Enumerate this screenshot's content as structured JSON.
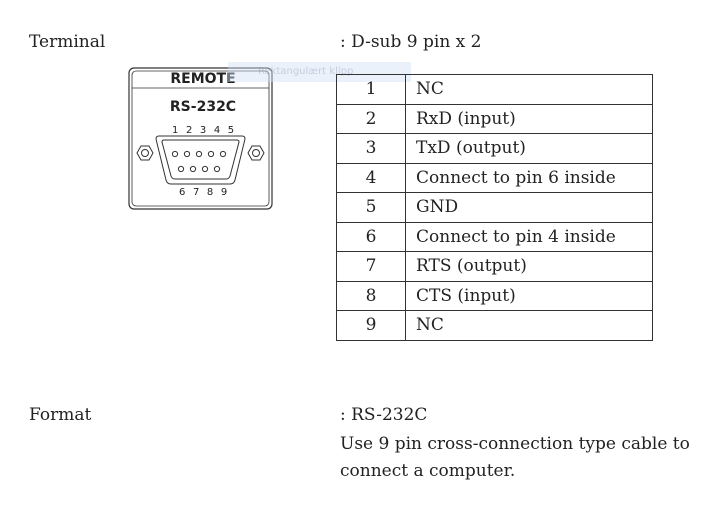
{
  "terminal": {
    "label": "Terminal",
    "value": ": D-sub 9 pin x 2"
  },
  "connector": {
    "title": "REMOTE",
    "model": "RS-232C",
    "top_pins": "1 2 3 4 5",
    "bottom_pins": "6 7 8 9",
    "overlay_text": "Rektangulært klipp"
  },
  "pins": [
    {
      "pin": "1",
      "function": "NC"
    },
    {
      "pin": "2",
      "function": "RxD (input)"
    },
    {
      "pin": "3",
      "function": "TxD (output)"
    },
    {
      "pin": "4",
      "function": "Connect to pin 6 inside"
    },
    {
      "pin": "5",
      "function": "GND"
    },
    {
      "pin": "6",
      "function": "Connect to pin 4 inside"
    },
    {
      "pin": "7",
      "function": "RTS (output)"
    },
    {
      "pin": "8",
      "function": "CTS (input)"
    },
    {
      "pin": "9",
      "function": "NC"
    }
  ],
  "format": {
    "label": "Format",
    "value": ": RS-232C",
    "description": "Use 9 pin cross-connection type cable to connect a computer."
  }
}
